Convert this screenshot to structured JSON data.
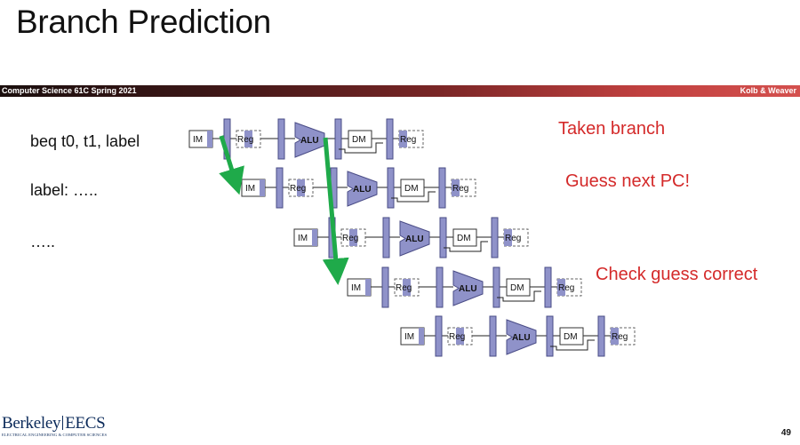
{
  "slide": {
    "title": "Branch Prediction",
    "banner_left": "Computer Science 61C Spring 2021",
    "banner_right": "Kolb & Weaver",
    "page_number": "49"
  },
  "code_lines": [
    "beq t0, t1, label",
    "label: …..",
    "….."
  ],
  "notes": [
    "Taken branch",
    "Guess next PC!",
    "Check guess correct"
  ],
  "stage_labels": {
    "im": "IM",
    "reg": "Reg",
    "alu": "ALU",
    "dm": "DM"
  },
  "logo": {
    "berkeley": "Berkeley",
    "eecs": "EECS",
    "subtitle": "ELECTRICAL ENGINEERING & COMPUTER SCIENCES"
  },
  "colors": {
    "pipeline_fill": "#8f92c9",
    "pipeline_stroke": "#4a4c86",
    "arrow": "#1faa4a",
    "note_red": "#d42a2a"
  }
}
